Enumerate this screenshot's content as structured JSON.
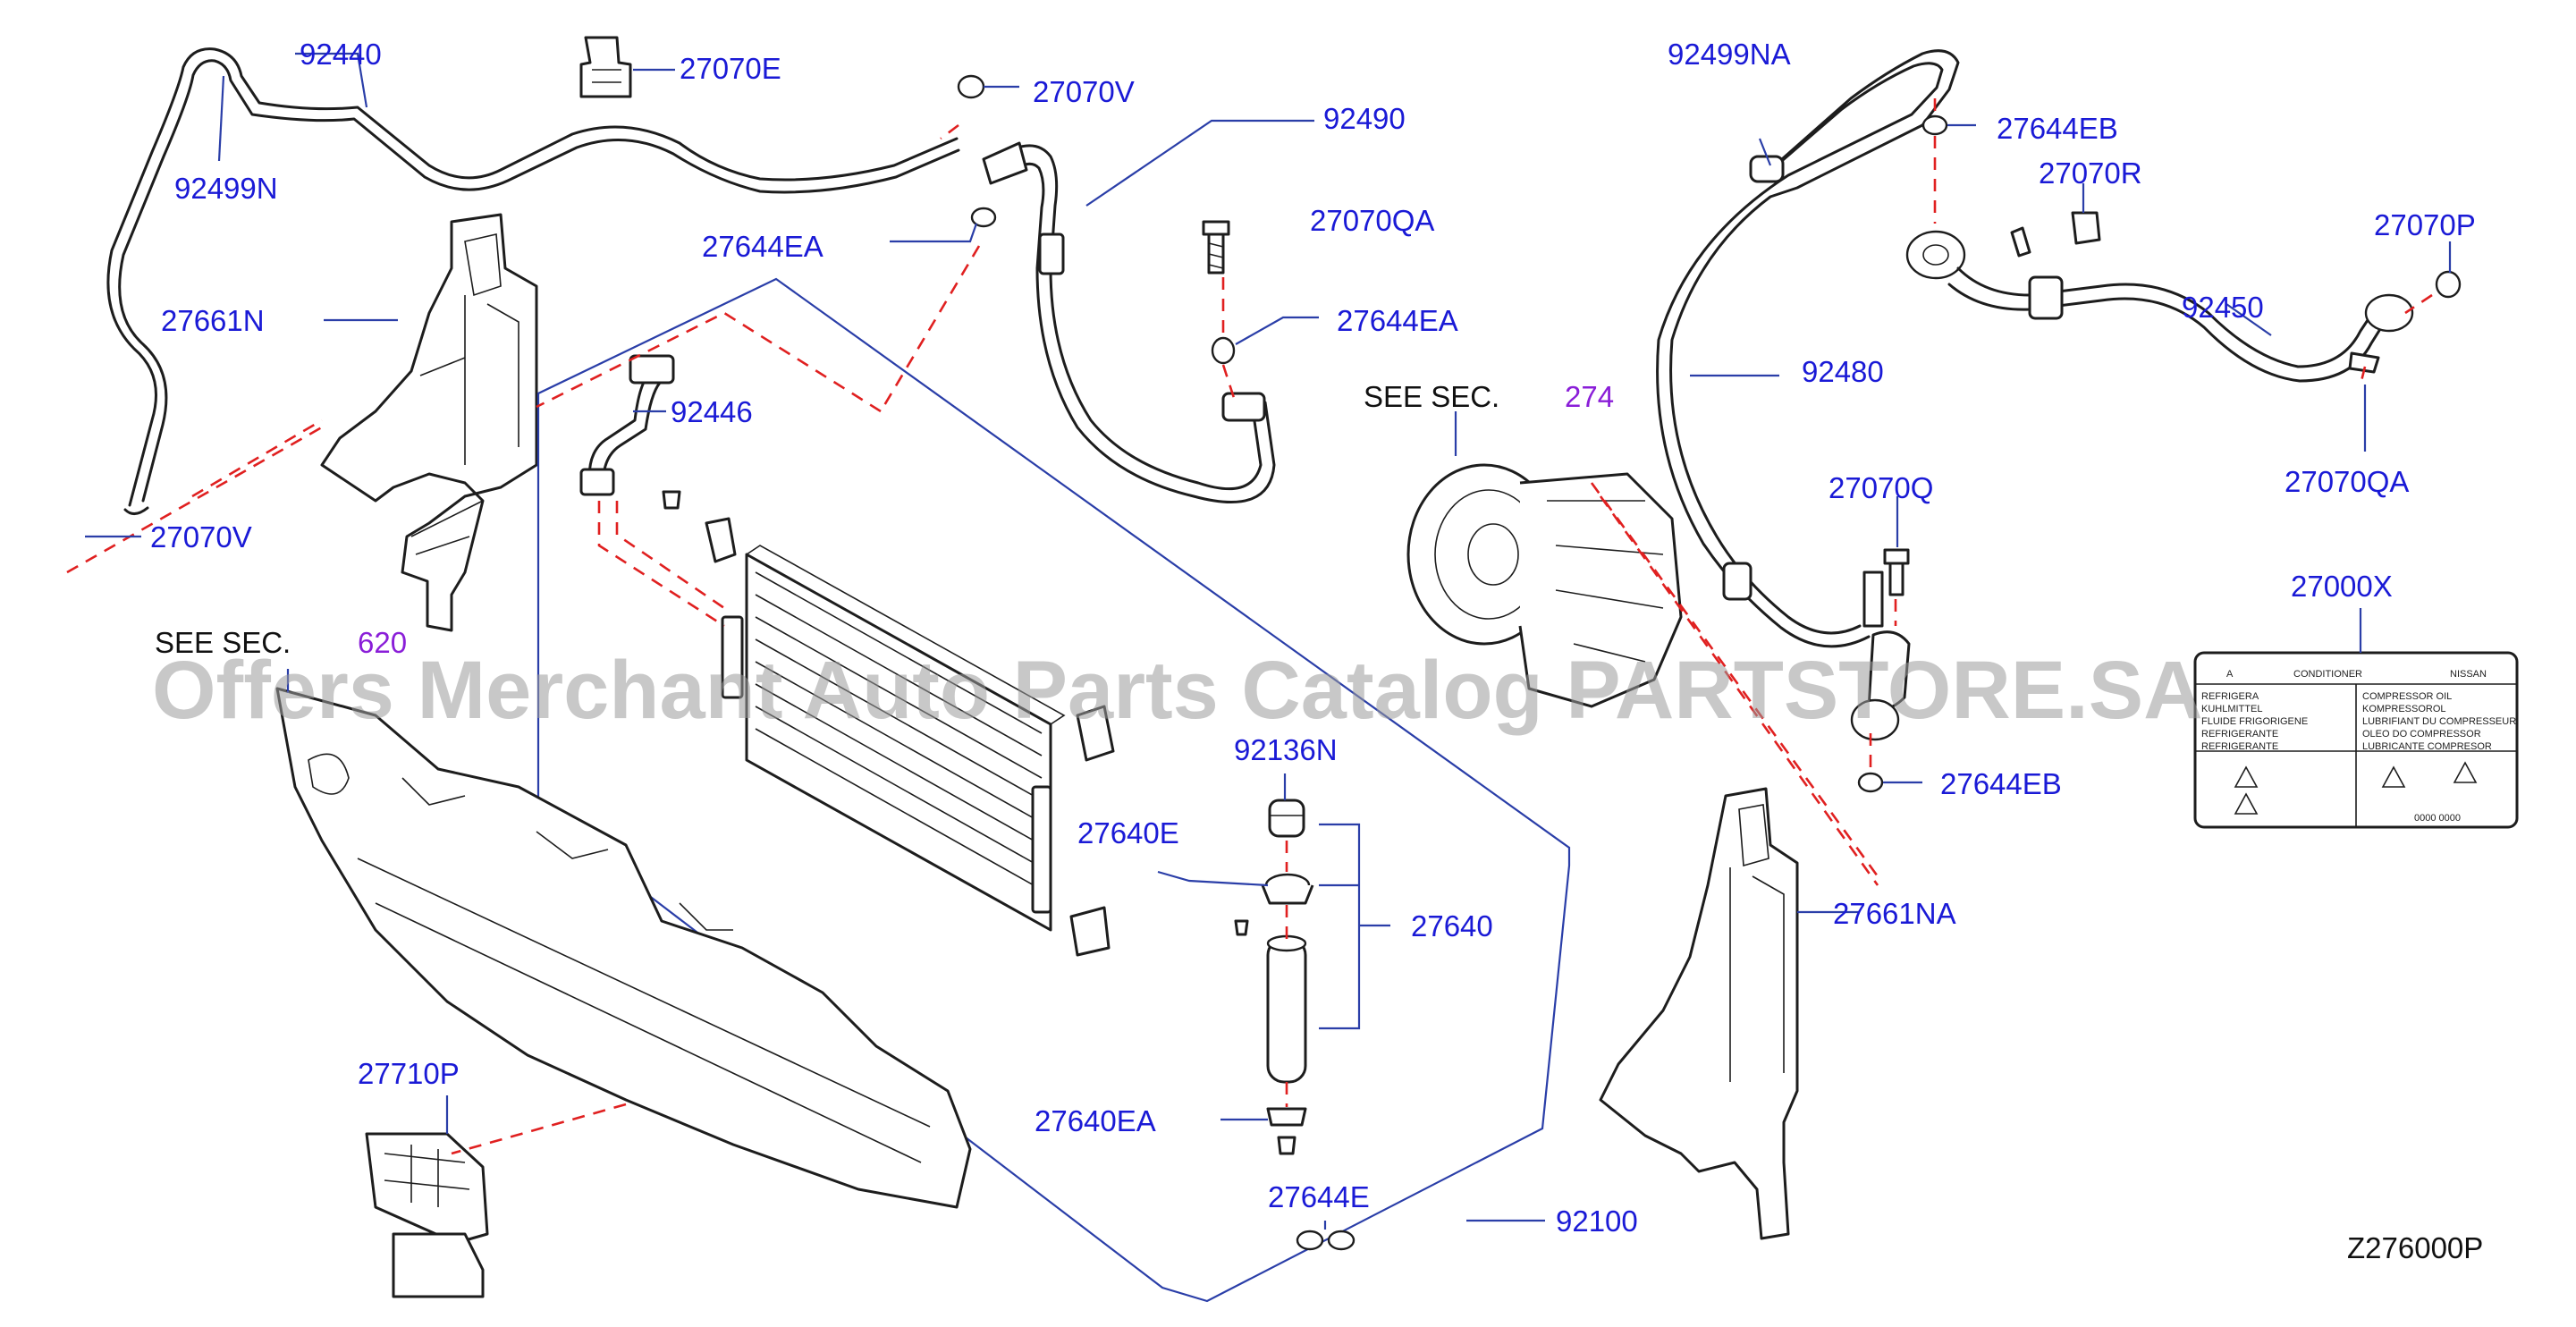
{
  "watermark": "Offers Merchant Auto Parts Catalog PARTSTORE.SA",
  "diagram_id": "Z276000P",
  "see_sec": [
    {
      "text": "SEE  SEC.",
      "ref": "274"
    },
    {
      "text": "SEE  SEC.",
      "ref": "620"
    }
  ],
  "parts": {
    "p92440": "92440",
    "p27070E": "27070E",
    "p27070V_top": "27070V",
    "p92490": "92490",
    "p92499N": "92499N",
    "p27644EA_top": "27644EA",
    "p27070QA_mid": "27070QA",
    "p27661N": "27661N",
    "p27644EA_mid": "27644EA",
    "p92446": "92446",
    "p27070V_left": "27070V",
    "p92499NA": "92499NA",
    "p27644EB_top": "27644EB",
    "p27070R": "27070R",
    "p27070P": "27070P",
    "p92450": "92450",
    "p92480": "92480",
    "p27070QA_right": "27070QA",
    "p27070Q": "27070Q",
    "p27000X": "27000X",
    "p27644EB_bottom": "27644EB",
    "p27661NA": "27661NA",
    "p92136N": "92136N",
    "p27640E": "27640E",
    "p27640": "27640",
    "p27710P": "27710P",
    "p27640EA": "27640EA",
    "p27644E": "27644E",
    "p92100": "92100"
  },
  "label_card": {
    "header_left": "A",
    "header_mid": "CONDITIONER",
    "header_right": "NISSAN",
    "left_lines": [
      "REFRIGERA",
      "KUHLMITTEL",
      "FLUIDE FRIGORIGENE",
      "REFRIGERANTE",
      "REFRIGERANTE"
    ],
    "right_lines": [
      "COMPRESSOR OIL",
      "KOMPRESSOROL",
      "LUBRIFIANT DU COMPRESSEUR",
      "OLEO DO COMPRESSOR",
      "LUBRICANTE COMPRESOR"
    ],
    "footer": "0000  0000"
  }
}
